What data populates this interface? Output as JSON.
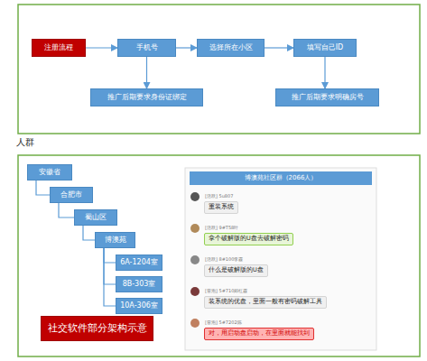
{
  "diagram": {
    "nodes": [
      {
        "text": [
          "注册流程"
        ]
      },
      {
        "text": [
          "手机号"
        ]
      },
      {
        "text": [
          "选择所在小区"
        ]
      },
      {
        "text": [
          "填写自己ID"
        ]
      },
      {
        "text": [
          "推广后期要求身份证绑定"
        ]
      },
      {
        "text": [
          "推广后期要求明确房号"
        ]
      },
      {
        "text": [
          "安徽省"
        ]
      },
      {
        "text": [
          "合肥市"
        ]
      },
      {
        "text": [
          "蜀山区"
        ]
      },
      {
        "text": [
          "博澳苑"
        ]
      },
      {
        "text": [
          "6A-1204室"
        ]
      },
      {
        "text": [
          "8B-303室"
        ]
      },
      {
        "text": [
          "10A-306室"
        ]
      },
      {
        "text": [
          "社交软件部分架构示意"
        ]
      },
      {
        "text": [
          "博澳苑社区群（2066人）"
        ]
      },
      {
        "text": [
          "[活跃] 5u807",
          "重装系统"
        ]
      },
      {
        "text": [
          "[活跃] 9#T58叶",
          "拿个破解版的U盘去破解密码"
        ]
      },
      {
        "text": [
          "[活跃] 8#100李霞",
          "什么是破解版的U盘"
        ]
      },
      {
        "text": [
          "[冒泡] 5#710郑红霞",
          "装系统的优盘，里面一般有密码破解工具"
        ]
      },
      {
        "text": [
          "[冒泡] 5#7202陈",
          "对，用启动盘启动，在里面就能找到"
        ]
      }
    ],
    "edges": [
      {
        "from": 0,
        "to": 1,
        "arrow": "to"
      },
      {
        "from": 1,
        "to": 2,
        "arrow": "to"
      },
      {
        "from": 2,
        "to": 3,
        "arrow": "to"
      },
      {
        "from": 1,
        "to": 4,
        "arrow": "to"
      },
      {
        "from": 3,
        "to": 5,
        "arrow": "to"
      },
      {
        "from": 6,
        "to": 7,
        "arrow": "none"
      },
      {
        "from": 7,
        "to": 8,
        "arrow": "none"
      },
      {
        "from": 8,
        "to": 9,
        "arrow": "none"
      },
      {
        "from": 9,
        "to": 10,
        "arrow": "none"
      },
      {
        "from": 9,
        "to": 11,
        "arrow": "none"
      },
      {
        "from": 9,
        "to": 12,
        "arrow": "none"
      }
    ],
    "labels": [
      "人群"
    ]
  }
}
